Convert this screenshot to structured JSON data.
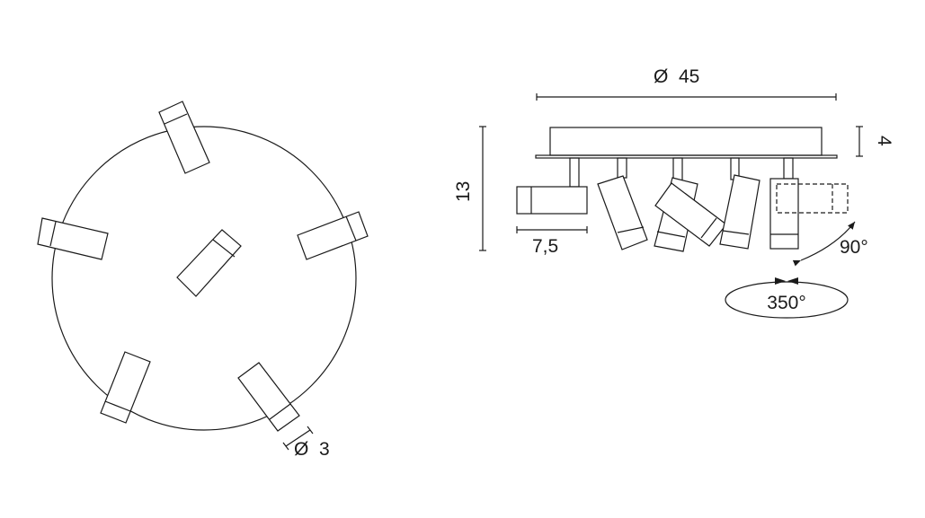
{
  "top_view": {
    "lamp_diameter_label": "Ø  3"
  },
  "side_view": {
    "diameter_label": "Ø  45",
    "height_label": "13",
    "base_height_label": "4",
    "lamp_length_label": "7,5",
    "tilt_label": "90°",
    "rotation_label": "350°"
  },
  "colors": {
    "line": "#1a1a1a",
    "background": "#ffffff"
  }
}
